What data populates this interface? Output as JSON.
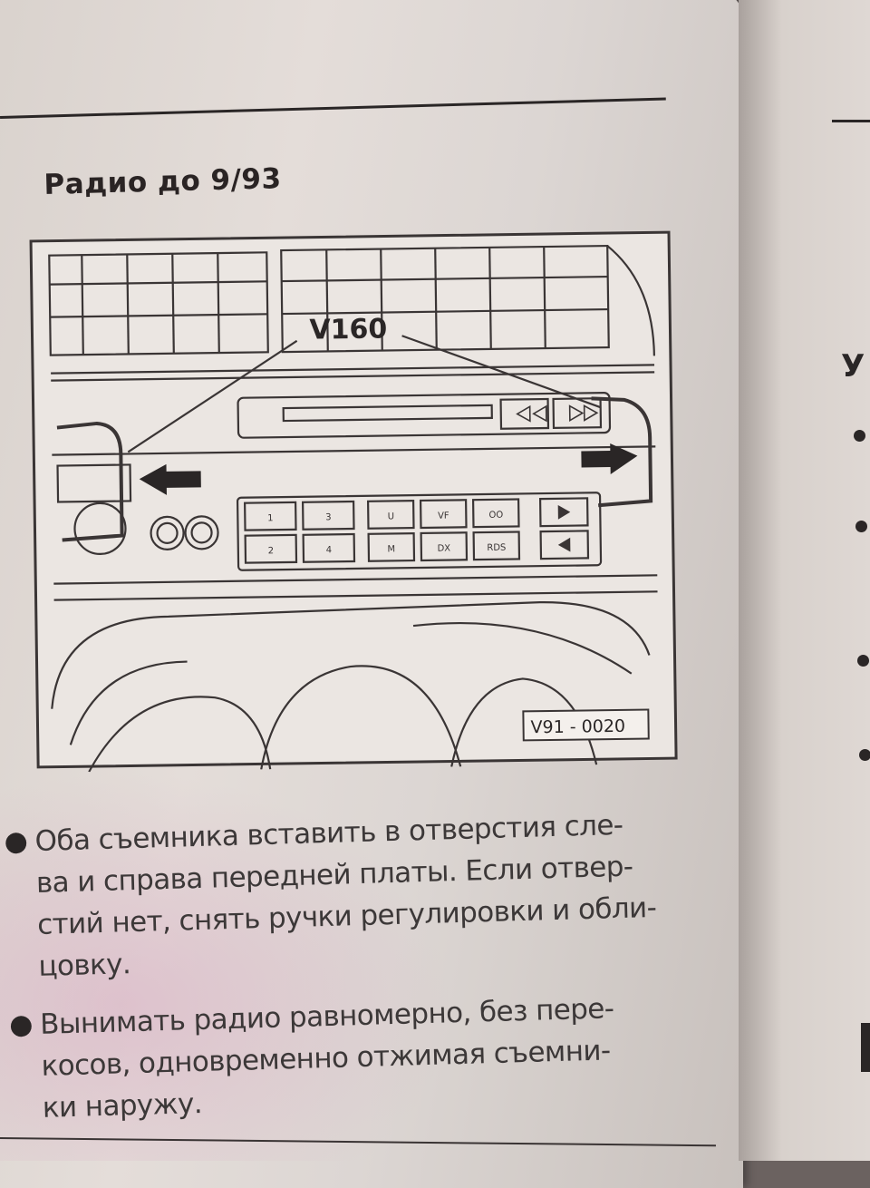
{
  "section_title": "Радио до 9/93",
  "figure": {
    "label_part": "V160",
    "ref_code": "V91 - 0020",
    "button_labels": [
      "1",
      "3",
      "2",
      "4",
      "U",
      "M",
      "VF",
      "DX",
      "OO",
      "RDS"
    ]
  },
  "instructions": [
    {
      "lines": [
        "Оба съемника вставить в отверстия сле-",
        "ва и справа передней платы. Если отвер-",
        "стий нет, снять ручки регулировки и обли-",
        "цовку."
      ]
    },
    {
      "lines": [
        "Вынимать радио равномерно, без пере-",
        "косов, одновременно отжимая съемни-",
        "ки наружу."
      ]
    }
  ],
  "next_page": {
    "heading_letter": "У"
  }
}
